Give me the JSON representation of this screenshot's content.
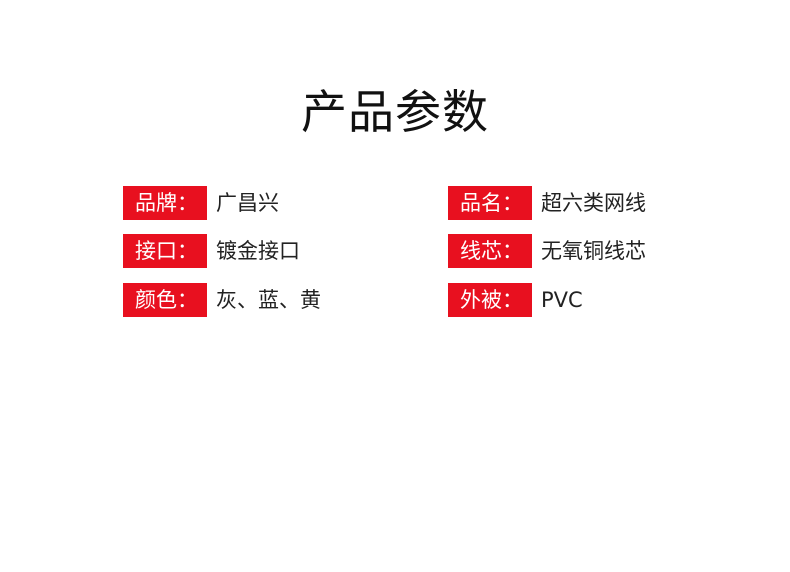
{
  "page": {
    "title": "产品参数"
  },
  "params": [
    {
      "label": "品牌：",
      "value": " 广昌兴"
    },
    {
      "label": "品名：",
      "value": "超六类网线"
    },
    {
      "label": "接口：",
      "value": "镀金接口"
    },
    {
      "label": "线芯：",
      "value": "无氧铜线芯"
    },
    {
      "label": "颜色：",
      "value": "灰、蓝、黄"
    },
    {
      "label": "外被：",
      "value": "PVC"
    }
  ],
  "colors": {
    "label_background": "#e8101f",
    "label_text": "#ffffff",
    "value_text": "#222222",
    "title_text": "#111111"
  }
}
